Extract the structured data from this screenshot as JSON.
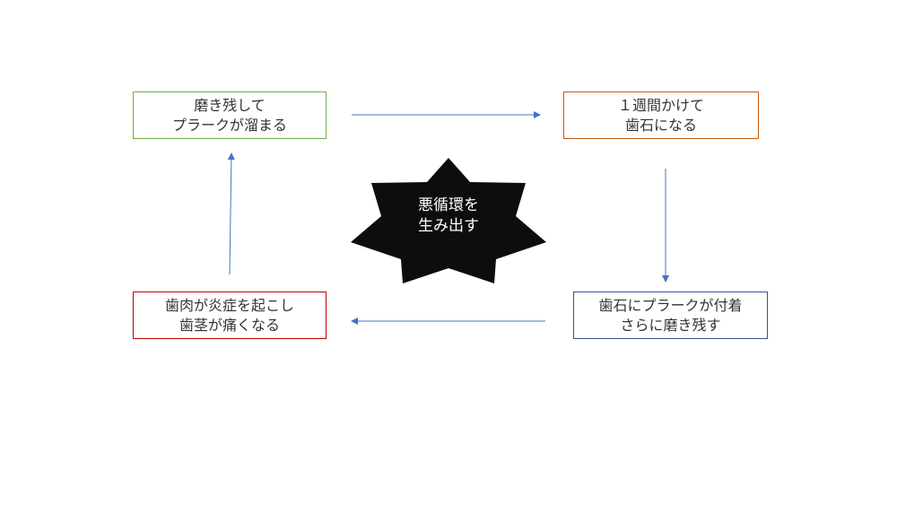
{
  "diagram": {
    "boxes": {
      "top_left": {
        "line1": "磨き残して",
        "line2": "プラークが溜まる",
        "border_color": "#70ad47"
      },
      "top_right": {
        "line1": "１週間かけて",
        "line2": "歯石になる",
        "border_color": "#c55a11"
      },
      "bottom_right": {
        "line1": "歯石にプラークが付着",
        "line2": "さらに磨き残す",
        "border_color": "#2f5597"
      },
      "bottom_left": {
        "line1": "歯肉が炎症を起こし",
        "line2": "歯茎が痛くなる",
        "border_color": "#c00000"
      }
    },
    "center": {
      "line1": "悪循環を",
      "line2": "生み出す",
      "fill_color": "#0d0d0d"
    },
    "arrow_color": "#4472c4"
  }
}
